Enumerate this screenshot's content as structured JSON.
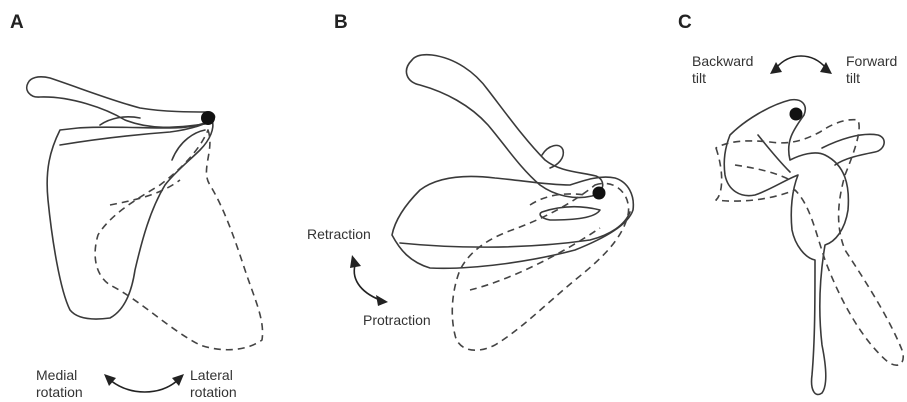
{
  "panels": {
    "a": {
      "letter": "A",
      "left_label": [
        "Medial",
        "rotation"
      ],
      "right_label": [
        "Lateral",
        "rotation"
      ]
    },
    "b": {
      "letter": "B",
      "top_label": "Retraction",
      "bottom_label": "Protraction"
    },
    "c": {
      "letter": "C",
      "left_label": [
        "Backward",
        "tilt"
      ],
      "right_label": [
        "Forward",
        "tilt"
      ]
    }
  }
}
